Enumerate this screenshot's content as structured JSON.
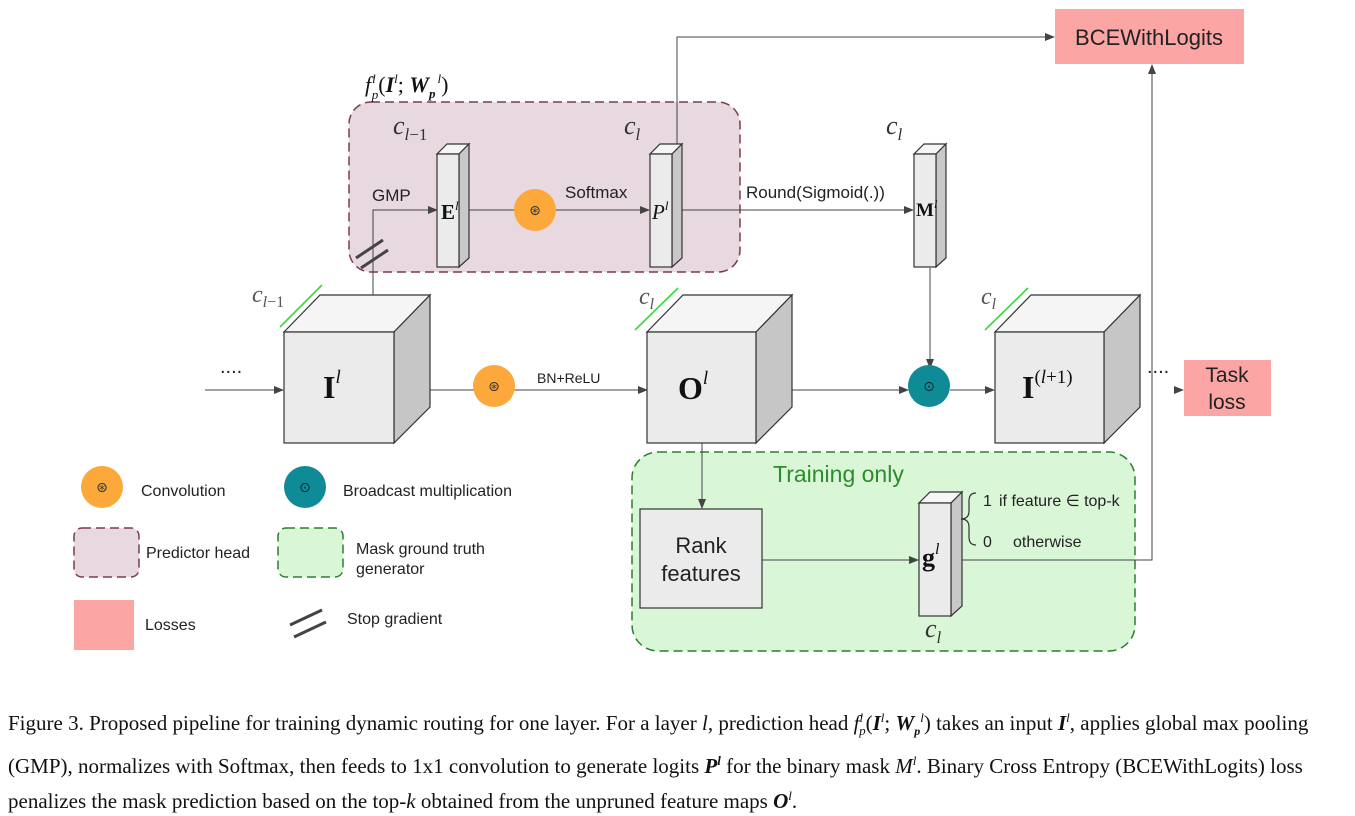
{
  "colors": {
    "predictor_head": "#e8d8df",
    "predictor_border": "#7a3b55",
    "training_only": "#d9f7d7",
    "training_border": "#2e7d32",
    "loss_fill": "#fca5a5",
    "conv_circle": "#fca83a",
    "broadcast_circle": "#0e8b97",
    "stop_gradient_green": "#33dd33"
  },
  "labels": {
    "bce": "BCEWithLogits",
    "task_loss_line1": "Task",
    "task_loss_line2": "loss",
    "gmp": "GMP",
    "softmax": "Softmax",
    "round_sigmoid": "Round(Sigmoid(.))",
    "bn_relu": "BN+ReLU",
    "ellipsis_left": "....",
    "ellipsis_right": "....",
    "training_only": "Training only",
    "rank_line1": "Rank",
    "rank_line2": "features",
    "topk_one": "1",
    "topk_cond": "if feature ∈ top-k",
    "topk_zero": "0",
    "topk_otherwise": "otherwise"
  },
  "math": {
    "fp": "fpl(Il; Wpl)",
    "c_lminus1": "cl−1",
    "c_l": "cl",
    "E": "El",
    "P": "Pl",
    "M": "Ml",
    "I": "Il",
    "O": "Ol",
    "Inext": "I(l+1)",
    "g": "gl"
  },
  "legend": {
    "convolution": "Convolution",
    "broadcast": "Broadcast multiplication",
    "predictor_head": "Predictor head",
    "mask_gt_line1": "Mask ground truth",
    "mask_gt_line2": "generator",
    "losses": "Losses",
    "stop_gradient": "Stop gradient"
  },
  "caption": {
    "t1": "Figure 3. Proposed pipeline for training dynamic routing for one layer. For a layer ",
    "t2": ", prediction head ",
    "t3": " takes an input ",
    "t4": ", applies global max pooling (GMP), normalizes with Softmax, then feeds to 1x1 convolution to generate logits ",
    "t5": " for the binary mask ",
    "t6": ". Binary Cross Entropy (BCEWithLogits) loss penalizes the mask prediction based on the top-",
    "t7": " obtained from the unpruned feature maps ",
    "t8": ".",
    "l": "l",
    "k": "k"
  }
}
